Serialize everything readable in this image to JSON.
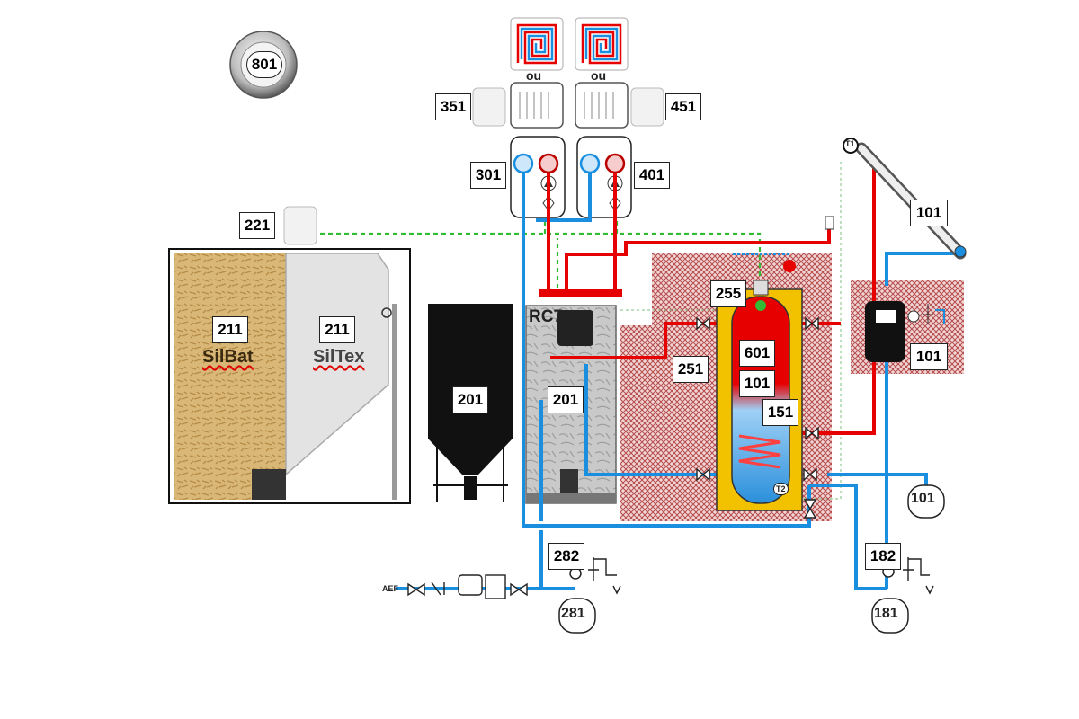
{
  "labels": {
    "thermostat_main": "801",
    "floor_sep_left": "ou",
    "floor_sep_right": "ou",
    "room_unit_left": "351",
    "room_unit_right": "451",
    "circuit_left": "301",
    "circuit_right": "401",
    "room_unit_silo": "221",
    "silo_left_num": "211",
    "silo_left_name": "SilBat",
    "silo_right_num": "211",
    "silo_right_name": "SilTex",
    "hopper_num": "201",
    "boiler_model": "RC7",
    "boiler_num": "201",
    "mixer_num": "251",
    "sensor_num": "255",
    "tank_top_num": "601",
    "tank_mid_num": "101",
    "heater_num": "151",
    "solar_panel_num": "101",
    "solar_station_num": "101",
    "expansion_right_num": "101",
    "gauge_left_num": "282",
    "expansion_left_num": "281",
    "gauge_right_num": "182",
    "expansion_bottom_num": "181",
    "water_inlet": "AEF",
    "sensor_t1": "T1",
    "sensor_t2": "T2"
  },
  "colors": {
    "hot_pipe": "#e60000",
    "cold_pipe": "#1a8fe0",
    "signal_line": "#33bb33",
    "tank_jacket": "#f2c200",
    "hatch_zone": "#b44a4a"
  }
}
